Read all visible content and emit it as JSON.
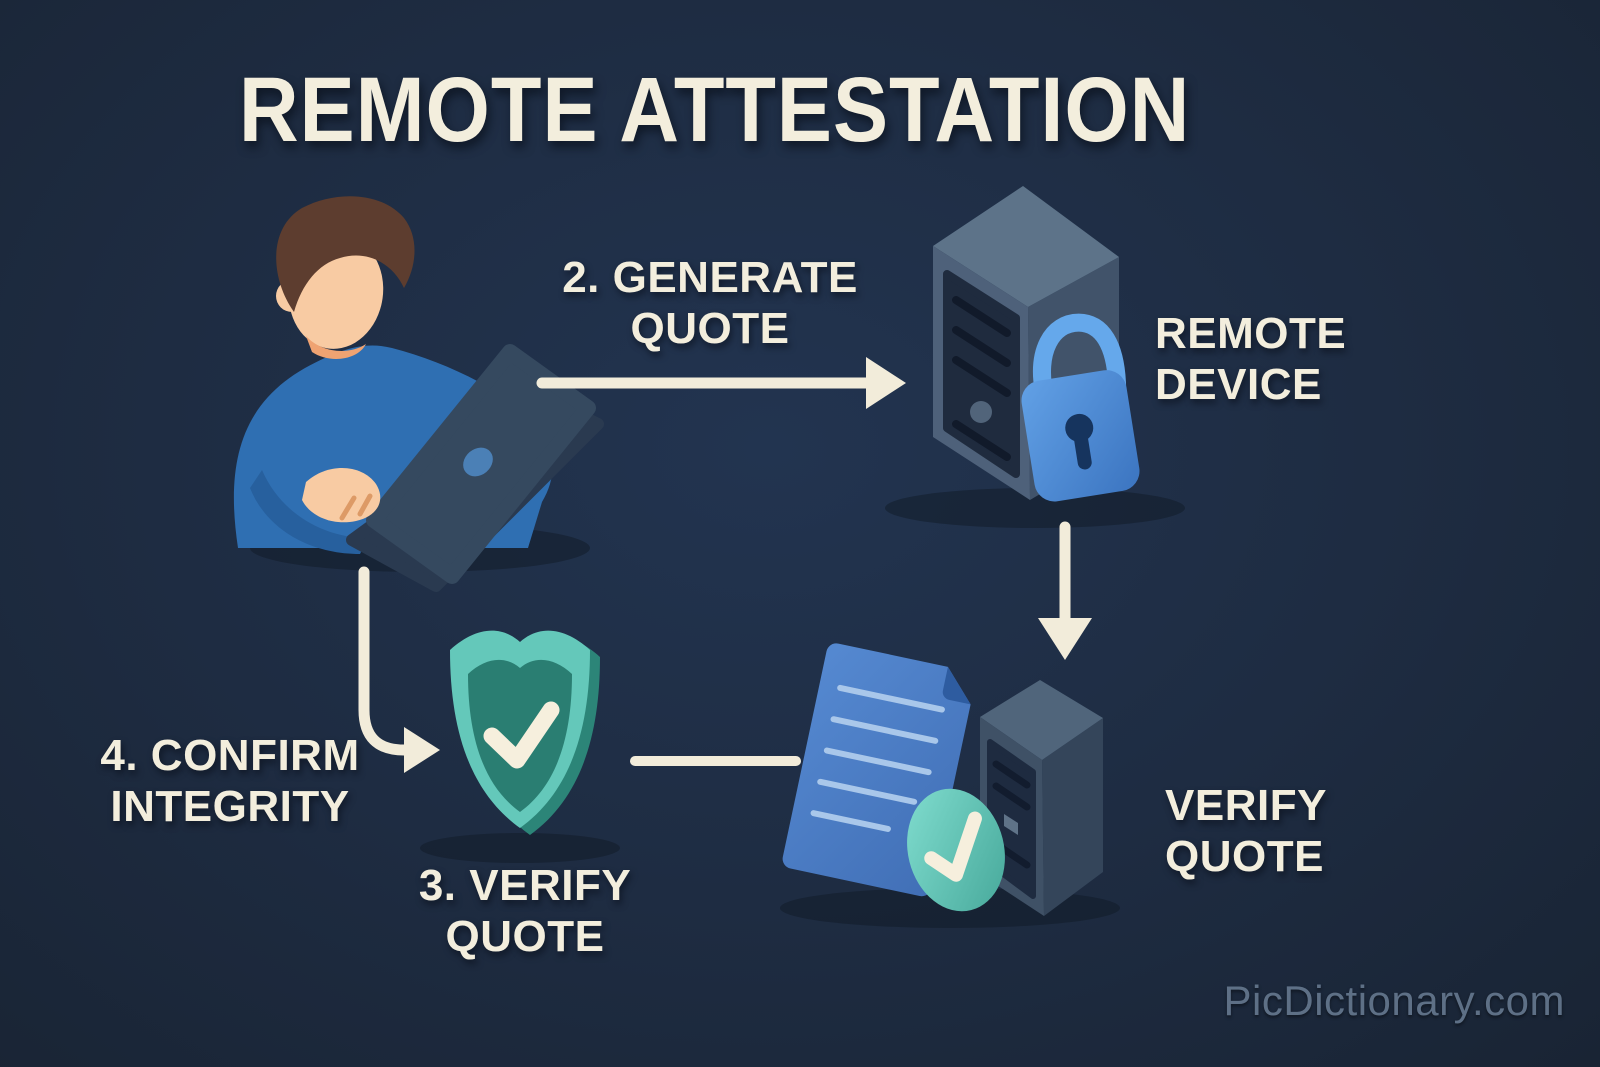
{
  "diagram": {
    "title": "REMOTE ATTESTATION",
    "nodes": [
      {
        "id": "user",
        "icon": "person-at-laptop-icon"
      },
      {
        "id": "remote-device",
        "icon": "server-with-padlock-icon",
        "label": "REMOTE DEVICE",
        "lines": [
          "REMOTE",
          "DEVICE"
        ]
      },
      {
        "id": "verifier",
        "icon": "document-with-check-and-server-icon",
        "label": "VERIFY QUOTE",
        "lines": [
          "VERIFY",
          "QUOTE"
        ]
      },
      {
        "id": "integrity-shield",
        "icon": "shield-check-icon"
      }
    ],
    "steps": [
      {
        "num": "2",
        "label": "2. GENERATE QUOTE",
        "lines": [
          "2. GENERATE",
          "QUOTE"
        ],
        "arrow": "arrow-right-icon"
      },
      {
        "num": "3",
        "label": "3. VERIFY QUOTE",
        "lines": [
          "3. VERIFY",
          "QUOTE"
        ],
        "arrow": "connector-line"
      },
      {
        "num": "4",
        "label": "4. CONFIRM INTEGRITY",
        "lines": [
          "4. CONFIRM",
          "INTEGRITY"
        ],
        "arrow": "elbow-arrow-right-icon"
      }
    ],
    "watermark": "PicDictionary.com"
  },
  "icons": {
    "person_laptop": "person-at-laptop-icon",
    "remote_device": "server-with-padlock-icon",
    "verifier": "document-with-check-and-server-icon",
    "integrity": "shield-check-icon",
    "arrow_generate": "arrow-right-icon",
    "arrow_verify": "arrow-down-icon",
    "arrow_confirm": "elbow-arrow-right-icon",
    "link_shield_verifier": "connector-line"
  },
  "colors": {
    "background": "#1e2c42",
    "text": "#f3eedd",
    "watermark": "#5e7086",
    "person_blue": "#2f6fb2",
    "skin": "#f8cba3",
    "hair": "#5d3d2f",
    "laptop": "#35495f",
    "server_gray": "#4e617a",
    "lock_blue": "#4f8ed8",
    "document_blue": "#4b82cc",
    "teal": "#64c8ba"
  }
}
